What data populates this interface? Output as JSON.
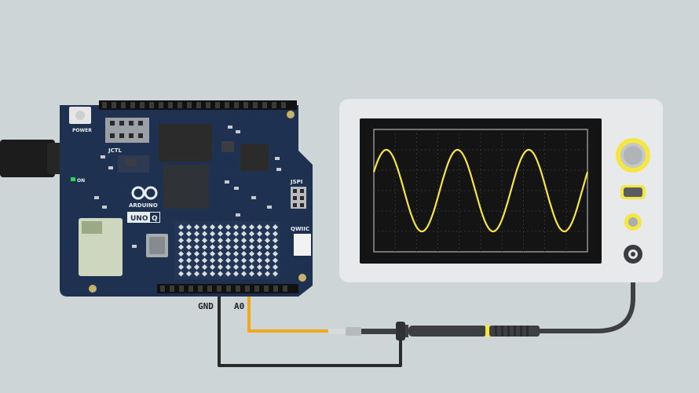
{
  "board": {
    "power_label": "POWER",
    "on_label": "ON",
    "logo_text": "ARDUINO",
    "model_text": "UNO",
    "model_badge": "Q",
    "jctl_label": "JCTL",
    "jspi_label": "JSPI",
    "qwiic_label": "QWIIC"
  },
  "pins": {
    "gnd_label": "GND",
    "a0_label": "A0"
  },
  "colors": {
    "background": "#cdd5d6",
    "pcb": "#1f3150",
    "signal_wire": "#f2a81d",
    "ground_wire": "#2a2a2a",
    "oscilloscope_body": "#e7e9ea",
    "screen_background": "#141414",
    "waveform": "#f5e642",
    "accent": "#f5e642"
  },
  "oscilloscope": {
    "waveform_type": "sine",
    "cycles_shown": 3
  }
}
